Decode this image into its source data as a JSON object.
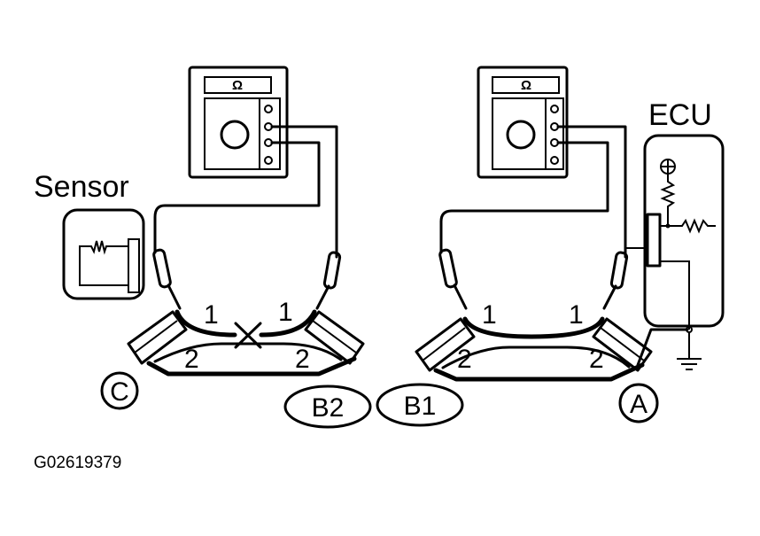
{
  "labels": {
    "sensor": "Sensor",
    "ecu": "ECU",
    "meter_unit": "Ω",
    "figure_code": "G02619379"
  },
  "connectors": {
    "c": "C",
    "b2": "B2",
    "b1": "B1",
    "a": "A"
  },
  "pins": {
    "left_pin1_a": "1",
    "left_pin1_b": "1",
    "left_pin2_a": "2",
    "left_pin2_b": "2",
    "right_pin1_a": "1",
    "right_pin1_b": "1",
    "right_pin2_a": "2",
    "right_pin2_b": "2"
  }
}
